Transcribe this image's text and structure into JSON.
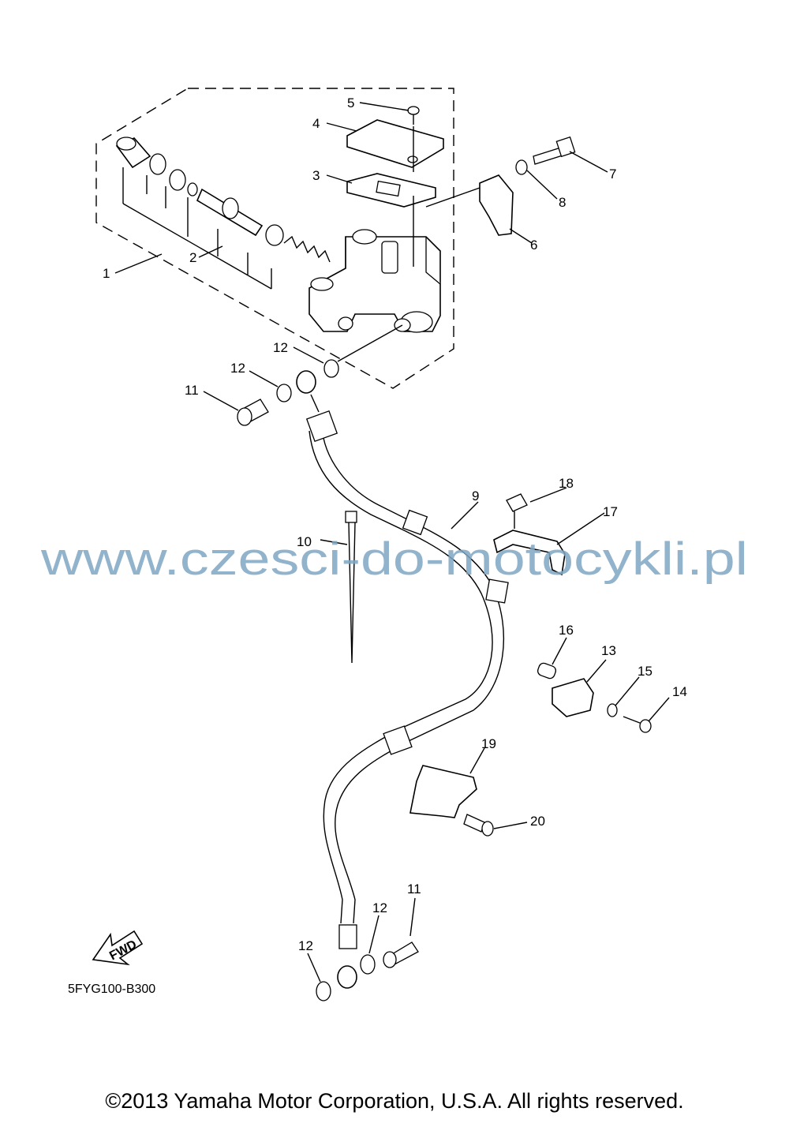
{
  "diagram": {
    "callouts": [
      "1",
      "2",
      "3",
      "4",
      "5",
      "6",
      "7",
      "8",
      "9",
      "10",
      "11",
      "11",
      "12",
      "12",
      "12",
      "12",
      "13",
      "14",
      "15",
      "16",
      "17",
      "18",
      "19",
      "20"
    ],
    "fwd_label": "FWD",
    "part_code": "5FYG100-B300",
    "watermark": "www.czesci-do-motocykli.pl",
    "copyright": "©2013 Yamaha Motor Corporation, U.S.A. All rights reserved."
  }
}
